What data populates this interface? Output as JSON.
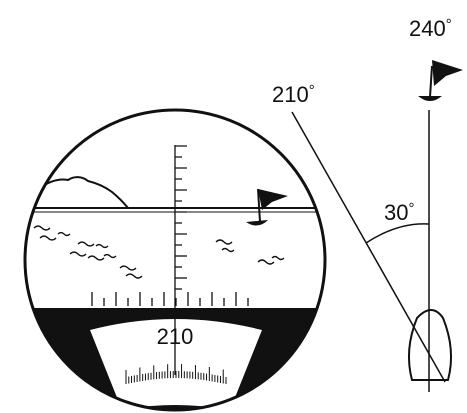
{
  "labels": {
    "bearing_far": "240",
    "bearing_near": "210",
    "angle_between": "30",
    "degree_symbol": "°",
    "dial_reading": "210"
  },
  "icons": {
    "far_flag": "flag-buoy-icon",
    "view_flag": "flag-buoy-icon",
    "boat": "boat-hull-icon"
  },
  "colors": {
    "ink": "#111111",
    "background": "#ffffff"
  }
}
